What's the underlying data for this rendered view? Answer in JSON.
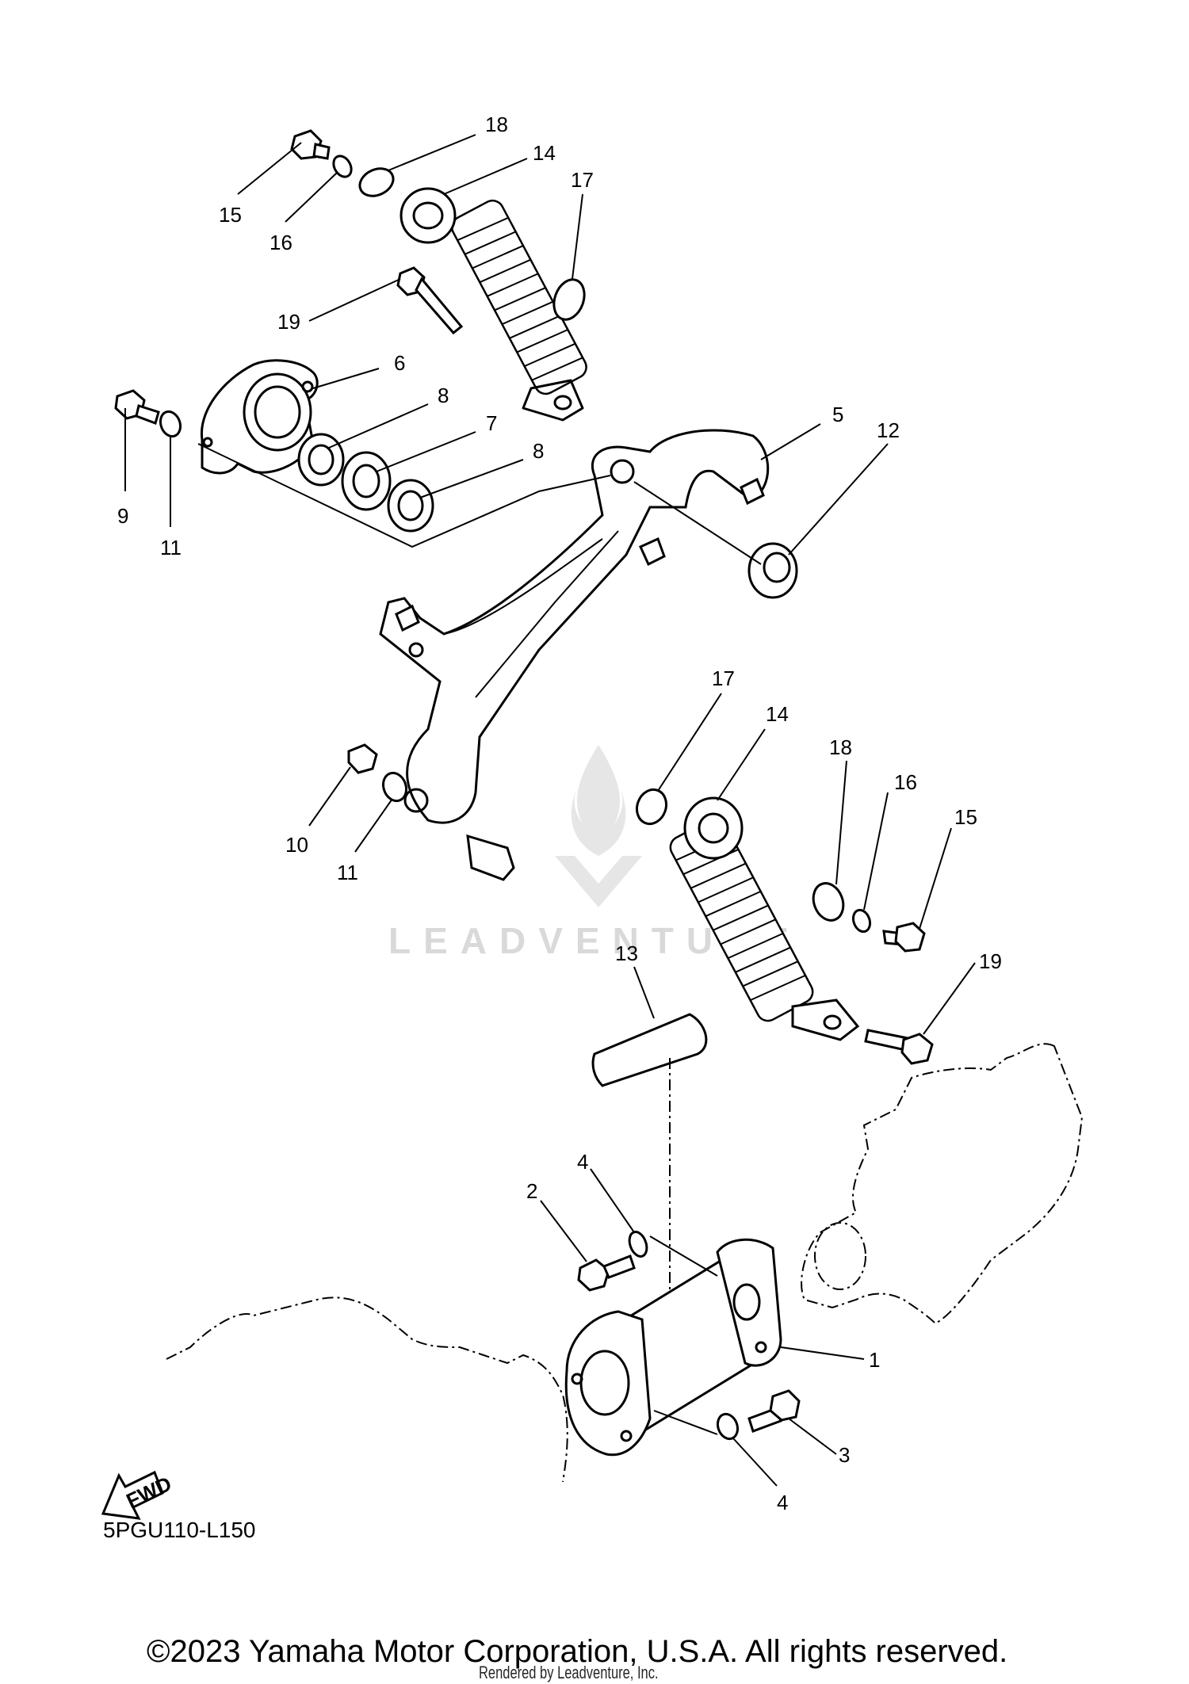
{
  "diagram": {
    "code": "5PGU110-L150",
    "fwd_label": "FWD",
    "copyright": "©2023 Yamaha Motor Corporation, U.S.A. All rights reserved.",
    "rendered_by": "Rendered by Leadventure, Inc.",
    "watermark": "LEADVENTURE",
    "callouts": [
      {
        "id": "c18a",
        "label": "18"
      },
      {
        "id": "c14a",
        "label": "14"
      },
      {
        "id": "c17a",
        "label": "17"
      },
      {
        "id": "c15a",
        "label": "15"
      },
      {
        "id": "c16a",
        "label": "16"
      },
      {
        "id": "c19a",
        "label": "19"
      },
      {
        "id": "c6",
        "label": "6"
      },
      {
        "id": "c8a",
        "label": "8"
      },
      {
        "id": "c7",
        "label": "7"
      },
      {
        "id": "c8b",
        "label": "8"
      },
      {
        "id": "c5",
        "label": "5"
      },
      {
        "id": "c12",
        "label": "12"
      },
      {
        "id": "c9",
        "label": "9"
      },
      {
        "id": "c11a",
        "label": "11"
      },
      {
        "id": "c17b",
        "label": "17"
      },
      {
        "id": "c14b",
        "label": "14"
      },
      {
        "id": "c18b",
        "label": "18"
      },
      {
        "id": "c16b",
        "label": "16"
      },
      {
        "id": "c15b",
        "label": "15"
      },
      {
        "id": "c10",
        "label": "10"
      },
      {
        "id": "c11b",
        "label": "11"
      },
      {
        "id": "c13",
        "label": "13"
      },
      {
        "id": "c19b",
        "label": "19"
      },
      {
        "id": "c4a",
        "label": "4"
      },
      {
        "id": "c2",
        "label": "2"
      },
      {
        "id": "c1",
        "label": "1"
      },
      {
        "id": "c3",
        "label": "3"
      },
      {
        "id": "c4b",
        "label": "4"
      }
    ]
  }
}
